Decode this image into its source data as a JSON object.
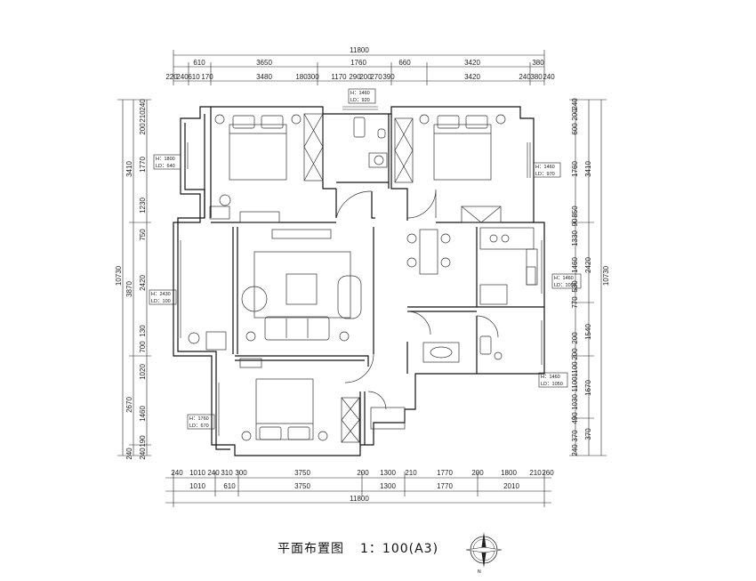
{
  "title": "平面布置图",
  "scale": "1：100(A3)",
  "north_label": "N",
  "dimensions": {
    "top_total": "11800",
    "top_row1": [
      "610",
      "3650",
      "1760",
      "660",
      "3420",
      "380"
    ],
    "top_row2": [
      "220",
      "240",
      "610",
      "170",
      "3480",
      "180",
      "300",
      "1170",
      "290",
      "200",
      "270",
      "390",
      "3420",
      "240",
      "380",
      "240"
    ],
    "bottom_total": "11800",
    "bottom_row1": [
      "240",
      "1010",
      "240",
      "310",
      "300",
      "3750",
      "200",
      "1300",
      "210",
      "1770",
      "200",
      "1800",
      "210",
      "260"
    ],
    "bottom_row2": [
      "1010",
      "610",
      "3750",
      "1300",
      "1770",
      "2010"
    ],
    "left_total": "10730",
    "left_row1": [
      "3410",
      "3870",
      "2670",
      "240"
    ],
    "left_row2": [
      "240",
      "210",
      "200",
      "1770",
      "1230",
      "750",
      "2420",
      "130",
      "700",
      "1020",
      "1460",
      "190",
      "240"
    ],
    "right_total": "10730",
    "right_row1": [
      "3410",
      "2420",
      "1540",
      "1670",
      "370"
    ],
    "right_row2": [
      "240",
      "200",
      "600",
      "1760",
      "850",
      "90",
      "1330",
      "1460",
      "530",
      "770",
      "200",
      "200",
      "1100",
      "1100",
      "1030",
      "490",
      "370",
      "240"
    ]
  },
  "window_notes": [
    {
      "h": "H：1460",
      "ld": "LD：920"
    },
    {
      "h": "H：1800",
      "ld": "LD：640"
    },
    {
      "h": "H：1460",
      "ld": "LD：970"
    },
    {
      "h": "H：2430",
      "ld": "LD：100"
    },
    {
      "h": "H：1460",
      "ld": "LD：1050"
    },
    {
      "h": "H：1460",
      "ld": "LD：1050"
    },
    {
      "h": "H：1760",
      "ld": "LD：670"
    }
  ]
}
